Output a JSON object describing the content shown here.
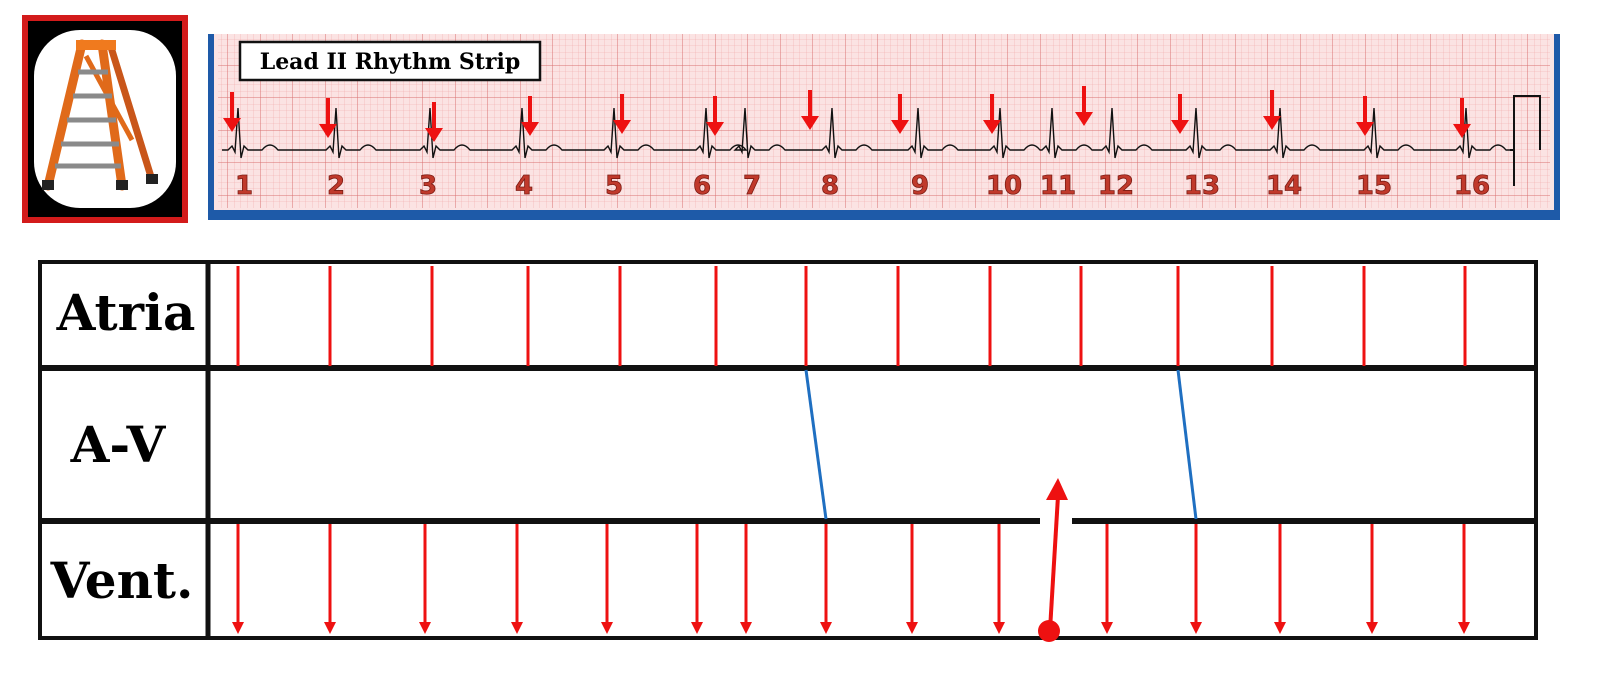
{
  "strip": {
    "title": "Lead II Rhythm Strip",
    "beat_labels": [
      "1",
      "2",
      "3",
      "4",
      "5",
      "6",
      "7",
      "8",
      "9",
      "10",
      "11",
      "12",
      "13",
      "14",
      "15",
      "16"
    ]
  },
  "ladder": {
    "rows": [
      "Atria",
      "A-V",
      "Vent."
    ]
  },
  "colors": {
    "marker": "#ee1111",
    "conduction": "#1f6fc1",
    "strip_frame": "#1e5aa8",
    "grid_bg": "#fbe3e3",
    "ladder_border": "#111111"
  },
  "thumbnail": {
    "icon": "stepladder-icon"
  }
}
